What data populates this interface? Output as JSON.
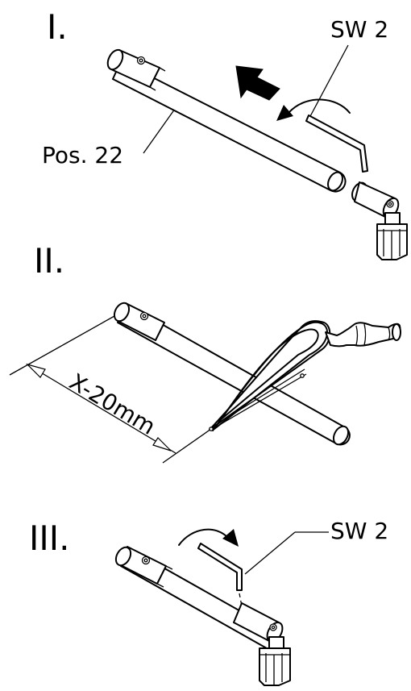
{
  "steps": [
    {
      "numeral": "I.",
      "callouts": {
        "wrench": "SW 2",
        "tube": "Pos. 22"
      }
    },
    {
      "numeral": "II.",
      "dimension": "X-20mm"
    },
    {
      "numeral": "III.",
      "callouts": {
        "wrench": "SW 2"
      }
    }
  ]
}
